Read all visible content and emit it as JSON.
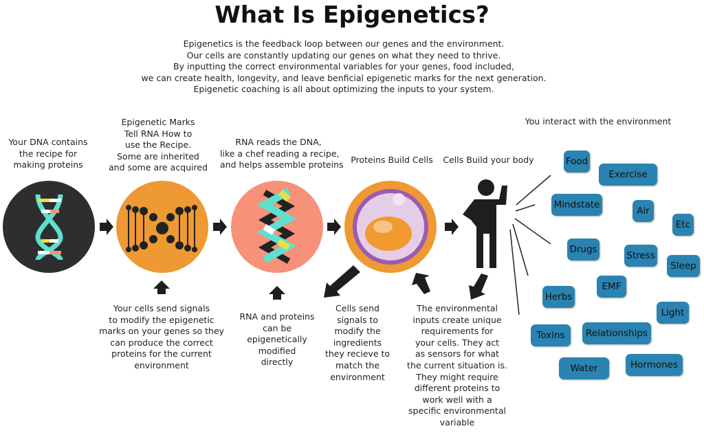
{
  "title": "What Is Epigenetics?",
  "intro": [
    "Epigenetics is the feedback loop between our genes and the environment.",
    "Our cells are constantly updating our genes on what they need to thrive.",
    "By inputting the correct environmental variables for your genes, food included,",
    "we can create health, longevity, and leave benficial epigenetic marks for the next generation.",
    "Epigenetic coaching is all about optimizing the inputs to your system."
  ],
  "steps": [
    {
      "label": [
        "Your DNA contains",
        "the recipe for",
        "making proteins"
      ],
      "color": "#2e2e2e"
    },
    {
      "label": [
        "Epigenetic Marks",
        "Tell RNA How to",
        "use the Recipe.",
        "Some are inherited",
        "and some are acquired"
      ],
      "color": "#ee9933"
    },
    {
      "label": [
        "RNA reads the DNA,",
        "like a chef reading a recipe,",
        "and helps assemble proteins"
      ],
      "color": "#f7917a"
    },
    {
      "label": [
        "Proteins Build Cells"
      ],
      "color": "#ee9933"
    },
    {
      "label": [
        "Cells Build your body"
      ]
    }
  ],
  "feedback": [
    [
      "Your cells send signals",
      "to modify the epigenetic",
      "marks on your genes so they",
      "can produce the correct",
      "proteins for the current",
      "environment"
    ],
    [
      "RNA and proteins",
      "can be",
      "epigenetically",
      "modified",
      "directly"
    ],
    [
      "Cells send",
      "signals to",
      "modify the",
      "ingredients",
      "they recieve to",
      "match the",
      "environment"
    ],
    [
      "The environmental",
      "inputs create unique",
      "requirements for",
      "your cells. They act",
      "as sensors for what",
      "the current situation is.",
      "They might require",
      "different proteins to",
      "work well with a",
      "specific environmental",
      "variable"
    ]
  ],
  "environment_heading": "You interact with the environment",
  "factors": [
    "Food",
    "Exercise",
    "Mindstate",
    "Air",
    "Etc",
    "Drugs",
    "Stress",
    "Sleep",
    "EMF",
    "Herbs",
    "Light",
    "Toxins",
    "Relationships",
    "Water",
    "Hormones"
  ],
  "colors": {
    "tag": "#2a83b0",
    "teal": "#5fe0cf",
    "orange": "#ee9933",
    "salmon": "#f7917a"
  }
}
